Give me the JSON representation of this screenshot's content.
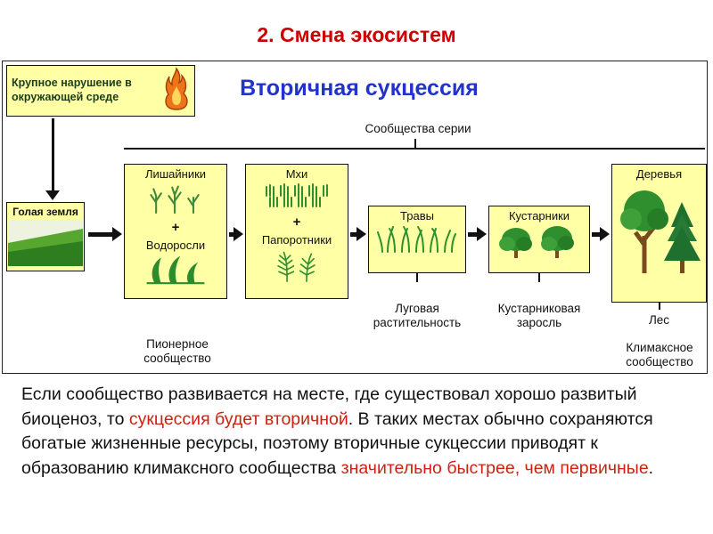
{
  "colors": {
    "slide_title_red": "#cc0000",
    "emphasis_red": "#cc2211",
    "diagram_title_blue": "#2233cc",
    "box_yellow": "#ffffa6"
  },
  "slide": {
    "title": "2. Смена экосистем"
  },
  "diagram": {
    "title": "Вторичная сукцессия",
    "series_label": "Сообщества серии",
    "disturbance_label": "Крупное нарушение в окружающей среде",
    "bare_ground_label": "Голая земля",
    "stages": {
      "lichens": {
        "top": "Лишайники",
        "plus": "+",
        "bottom": "Водоросли"
      },
      "mosses": {
        "top": "Мхи",
        "plus": "+",
        "bottom": "Папоротники"
      },
      "grasses": {
        "label": "Травы"
      },
      "shrubs": {
        "label": "Кустарники"
      },
      "trees": {
        "label": "Деревья"
      }
    },
    "captions": {
      "pioneer": "Пионерное сообщество",
      "meadow": "Луговая растительность",
      "shrubland": "Кустарниковая заросль",
      "forest": "Лес",
      "climax": "Климаксное сообщество"
    }
  },
  "paragraph": {
    "part1": "Если сообщество развивается на месте, где существовал хорошо развитый биоценоз, то ",
    "part2_red": "сукцессия будет вторичной",
    "part3": ". В таких местах обычно сохраняются богатые жизненные ресурсы, поэтому вторичные сукцессии приводят к образованию климаксного сообщества ",
    "part4_red": "значительно быстрее, чем первичные",
    "part5": "."
  }
}
